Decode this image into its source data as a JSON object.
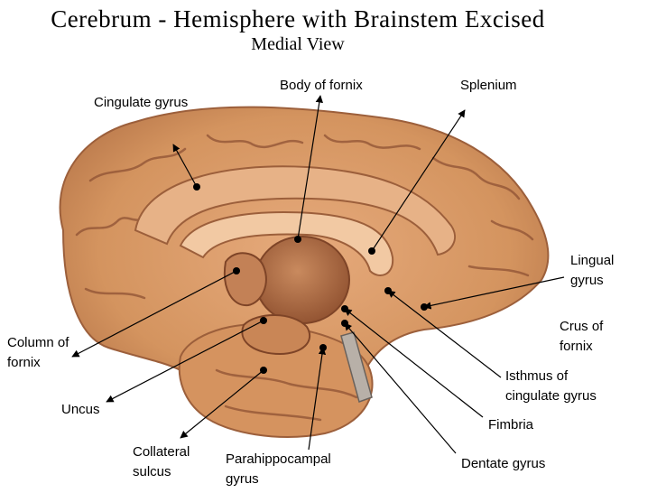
{
  "title": "Cerebrum - Hemisphere with Brainstem Excised",
  "subtitle": "Medial View",
  "labels": {
    "cingulate_gyrus": "Cingulate gyrus",
    "body_of_fornix": "Body of fornix",
    "splenium": "Splenium",
    "lingual_gyrus_1": "Lingual",
    "lingual_gyrus_2": "gyrus",
    "crus_of_fornix_1": "Crus of",
    "crus_of_fornix_2": "fornix",
    "column_of_fornix_1": "Column of",
    "column_of_fornix_2": "fornix",
    "isthmus_1": "Isthmus of",
    "isthmus_2": "cingulate gyrus",
    "uncus": "Uncus",
    "fimbria": "Fimbria",
    "collateral_sulcus_1": "Collateral",
    "collateral_sulcus_2": "sulcus",
    "parahippocampal_1": "Parahippocampal",
    "parahippocampal_2": "gyrus",
    "dentate_gyrus": "Dentate gyrus"
  },
  "colors": {
    "brain": "#d99a6c",
    "brain_dark": "#b06e45",
    "sulcus": "#8f5234",
    "arrow": "#000000"
  }
}
